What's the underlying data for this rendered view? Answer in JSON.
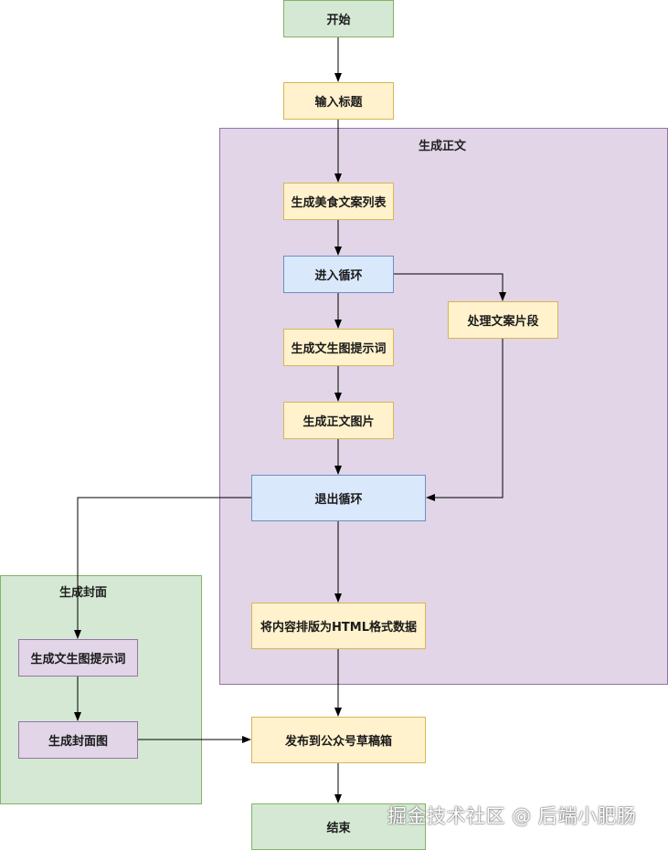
{
  "colors": {
    "green_fill": "#d5e8d4",
    "green_border": "#82b366",
    "yellow_fill": "#fff2cc",
    "yellow_border": "#d6b656",
    "blue_fill": "#dae8fc",
    "blue_border": "#6c8ebf",
    "purple_fill": "#e1d5e7",
    "purple_border": "#9673a6"
  },
  "groups": {
    "body": {
      "title": "生成正文"
    },
    "cover": {
      "title": "生成封面"
    }
  },
  "nodes": {
    "start": "开始",
    "input_title": "输入标题",
    "gen_copy_list": "生成美食文案列表",
    "enter_loop": "进入循环",
    "process_copy": "处理文案片段",
    "gen_prompt_body": "生成文生图提示词",
    "gen_body_image": "生成正文图片",
    "exit_loop": "退出循环",
    "layout_html": "将内容排版为HTML格式数据",
    "gen_prompt_cover": "生成文生图提示词",
    "gen_cover_image": "生成封面图",
    "publish": "发布到公众号草稿箱",
    "end": "结束"
  },
  "watermark": "掘金技术社区 @ 后端小肥肠"
}
